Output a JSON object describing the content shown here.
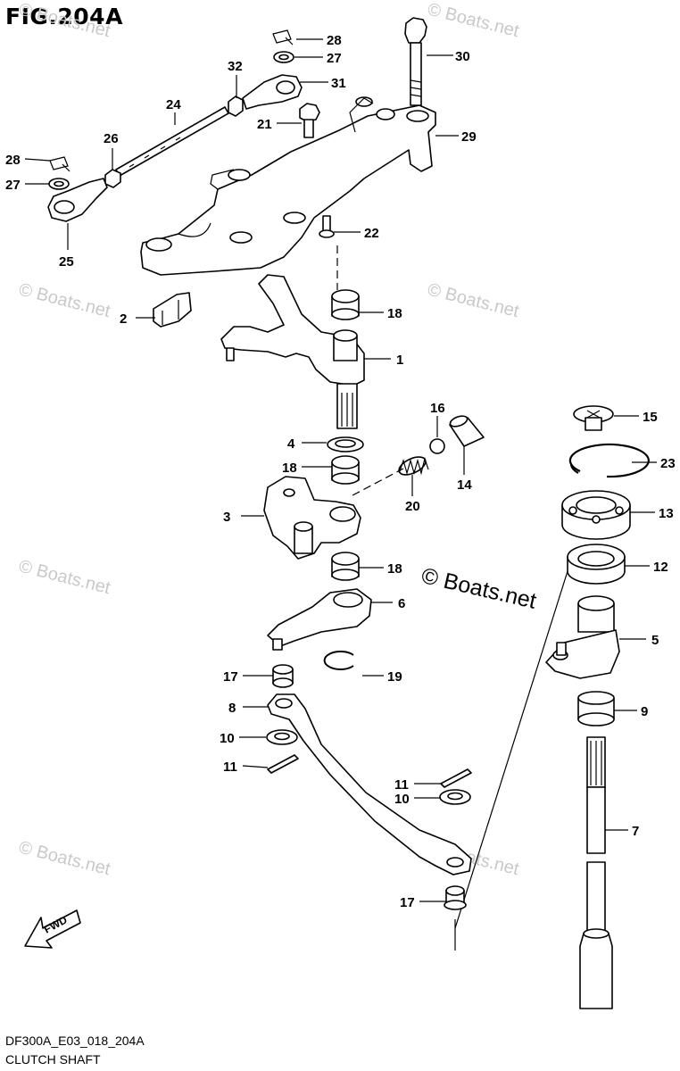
{
  "figure": {
    "title": "FIG.204A",
    "code": "DF300A_E03_018_204A",
    "name": "CLUTCH SHAFT",
    "brand_text": "© Boats.net",
    "watermark": "© Boats.net",
    "direction_label": "FWD"
  },
  "callouts": [
    "1",
    "2",
    "3",
    "4",
    "5",
    "6",
    "7",
    "8",
    "9",
    "10",
    "10",
    "11",
    "11",
    "12",
    "13",
    "14",
    "15",
    "16",
    "17",
    "17",
    "18",
    "18",
    "18",
    "19",
    "20",
    "21",
    "22",
    "23",
    "24",
    "25",
    "26",
    "27",
    "27",
    "28",
    "28",
    "29",
    "30",
    "31",
    "32"
  ],
  "colors": {
    "line": "#000000",
    "background": "#ffffff",
    "watermark": "#c9c9c9"
  }
}
